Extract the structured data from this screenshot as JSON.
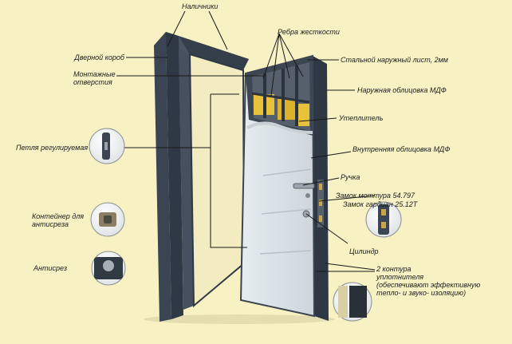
{
  "labels": {
    "nalichniki": "Наличники",
    "dvernoy_korob": "Дверной короб",
    "montazhnye": "Монтажные",
    "otverstiya": "отверстия",
    "rebra": "Ребра жесткости",
    "stalnoy_list": "Стальной наружный лист, 2мм",
    "naruzhnaya_oblitsovka": "Наружная облицовка МДФ",
    "uteplitel": "Утеплитель",
    "vnutrennyaya_oblitsovka": "Внутренняя облицовка МДФ",
    "petlya": "Петля регулируемая",
    "ruchka": "Ручка",
    "zamok_mottura": "Замок моттура 54.797",
    "zamok_gardian": "Замок гардиан 25.12Т",
    "konteyner_1": "Контейнер для",
    "konteyner_2": "антисреза",
    "tsilindr": "Цилиндр",
    "antisrez": "Антисрез",
    "kontur_1": "2 контура",
    "kontur_2": "уплотнителя",
    "kontur_3": "(обеспечивают эффективную",
    "kontur_4": "тепло- и звуко- изоляцию)"
  },
  "colors": {
    "background": "#f7f1c4",
    "frame": "#3a4452",
    "door_panel": "#dfe6ea",
    "insulation": "#e8c23a",
    "leader_line": "#1a1a1a"
  },
  "icons": [
    "hinge-icon",
    "antisrez-container-icon",
    "antisrez-pin-icon",
    "lock-cylinder-icon",
    "door-seal-icon"
  ]
}
